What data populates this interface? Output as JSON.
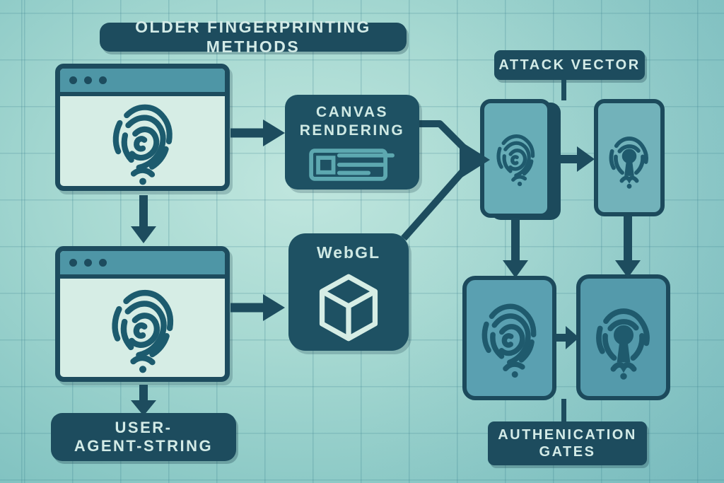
{
  "colors": {
    "background_teal": "#9ed3cd",
    "dark_teal": "#1d4c5e",
    "panel_light": "#d6ede5",
    "titlebar_teal": "#4e96a6",
    "card_teal": "#68adb7",
    "light_text": "#d3ebe7",
    "icon_light_teal": "#5da8b0"
  },
  "title": {
    "text": "OLDER FINGERPRINTING METHODS"
  },
  "left_flow": {
    "browser_top": {
      "icon": "fingerprint-icon"
    },
    "canvas_box": {
      "line1": "CANVAS",
      "line2": "RENDERING",
      "icon": "canvas-lines-icon"
    },
    "browser_bottom": {
      "icon": "fingerprint-icon"
    },
    "webgl_box": {
      "label": "WebGL",
      "icon": "cube-3d-icon"
    },
    "user_agent_label": {
      "line1": "USER-",
      "line2": "AGENT-STRING"
    }
  },
  "right_flow": {
    "attack_vector_label": {
      "text": "ATTACK VECTOR"
    },
    "cards": [
      {
        "icon": "fingerprint-icon"
      },
      {
        "icon": "fingerprint-keyhole-icon"
      },
      {
        "icon": "fingerprint-icon"
      },
      {
        "icon": "fingerprint-keyhole-icon"
      }
    ],
    "auth_gates_label": {
      "line1": "AUTHENICATION",
      "line2": "GATES"
    }
  }
}
